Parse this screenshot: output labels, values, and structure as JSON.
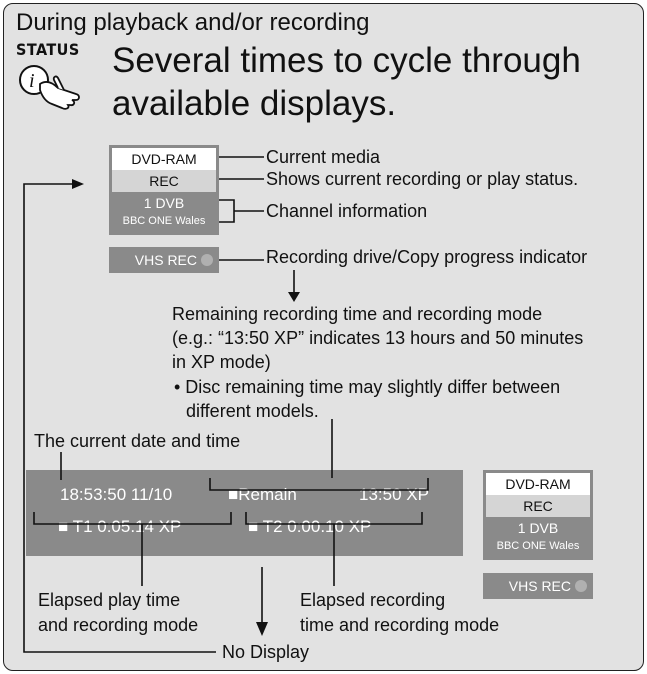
{
  "header": {
    "line1": "During playback and/or recording",
    "status_label": "STATUS",
    "instruction_line1": "Several times to cycle through",
    "instruction_line2": "available displays."
  },
  "panel_top": {
    "media": "DVD-RAM",
    "status": "REC",
    "channel_number": "1 DVB",
    "channel_name": "BBC ONE Wales",
    "vhs": "VHS REC"
  },
  "callouts": {
    "current_media": "Current media",
    "status": "Shows current recording or play status.",
    "channel": "Channel information",
    "drive": "Recording drive/Copy progress indicator"
  },
  "remaining": {
    "line1": "Remaining recording time and recording mode",
    "line2": "(e.g.: “13:50 XP” indicates 13 hours and 50 minutes",
    "line3": "in XP mode)",
    "bullet1": "• Disc remaining time may slightly differ between",
    "bullet2": "different models."
  },
  "date_label": "The current date and time",
  "bar": {
    "datetime": "18:53:50 11/10",
    "remain_label": "■Remain",
    "remain_value": "13:50  XP",
    "t1": "■ T1     0:05.14  XP",
    "t2": "■ T2     0:00.10  XP"
  },
  "panel_bottom": {
    "media": "DVD-RAM",
    "status": "REC",
    "channel_number": "1 DVB",
    "channel_name": "BBC ONE Wales",
    "vhs": "VHS REC"
  },
  "elapsed_play": {
    "line1": "Elapsed play time",
    "line2": "and recording mode"
  },
  "elapsed_rec": {
    "line1": "Elapsed recording",
    "line2": "time and recording mode"
  },
  "no_display": "No Display"
}
